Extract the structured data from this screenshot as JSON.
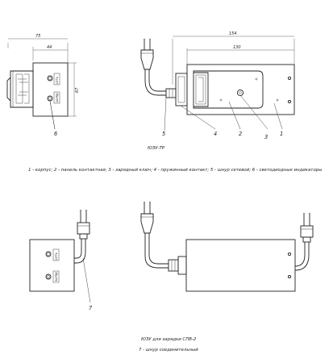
{
  "dimensions": {
    "top_left_width": "75",
    "top_left_inner": "44",
    "top_left_height": "67",
    "top_right_width": "154",
    "top_right_inner": "130"
  },
  "callouts": {
    "c1": "1",
    "c2": "2",
    "c3": "3",
    "c4": "4",
    "c5": "5",
    "c6": "6",
    "c7": "7"
  },
  "panel_labels": {
    "top_label_a": "СЕТЬ",
    "top_label_b": "ЗАРЯД",
    "bottom_label_a": "СЕТЬ",
    "bottom_label_b": "ЗАРЯД"
  },
  "captions": {
    "top_title": "ЮЗУ-ТР",
    "legend": "1 - корпус; 2 - панель контактная; 3 - зарядный ключ; 4 - пружинный контакт; 5 - шнур сетевой; 6 - светодиодные индикаторы",
    "bottom_title": "ЮЗУ для зарядки СПВ-2",
    "bottom_note": "7 - шнур соединительный"
  }
}
